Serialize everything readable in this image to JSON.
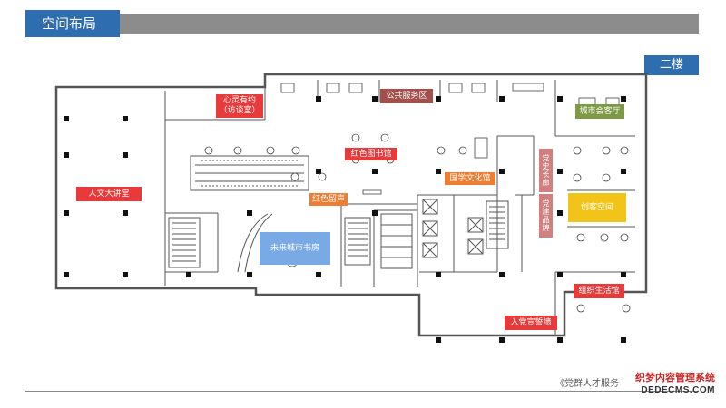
{
  "header": {
    "title": "空间布局"
  },
  "floor_label": "二楼",
  "colors": {
    "accent": "#2e6db0",
    "red": "#e83a3a",
    "orange": "#ef7d32",
    "blue_light": "#7aaae6",
    "green": "#7f9a45",
    "yellow": "#f2c419",
    "maroon": "#a3504d",
    "pink": "#d17f7f"
  },
  "rooms": {
    "xinling": "心灵有约（访谈室）",
    "gonggong": "公共服务区",
    "chengshi_kt": "城市会客厅",
    "hongse_tsg": "红色图书馆",
    "renwen": "人文大讲堂",
    "guoxue": "国学文化馆",
    "dangshi": "党史长廊",
    "dangjian": "党建品牌",
    "chuangke": "创客空间",
    "hongse_jy": "红色留声",
    "weilai": "未来城市书房",
    "zuzhi": "组织生活馆",
    "rudang": "入党宣誓墙"
  },
  "footer": {
    "text": "《党群人才服务",
    "watermark_line1": "织梦内容管理系统",
    "watermark_line2": "DEDECMS.COM"
  }
}
